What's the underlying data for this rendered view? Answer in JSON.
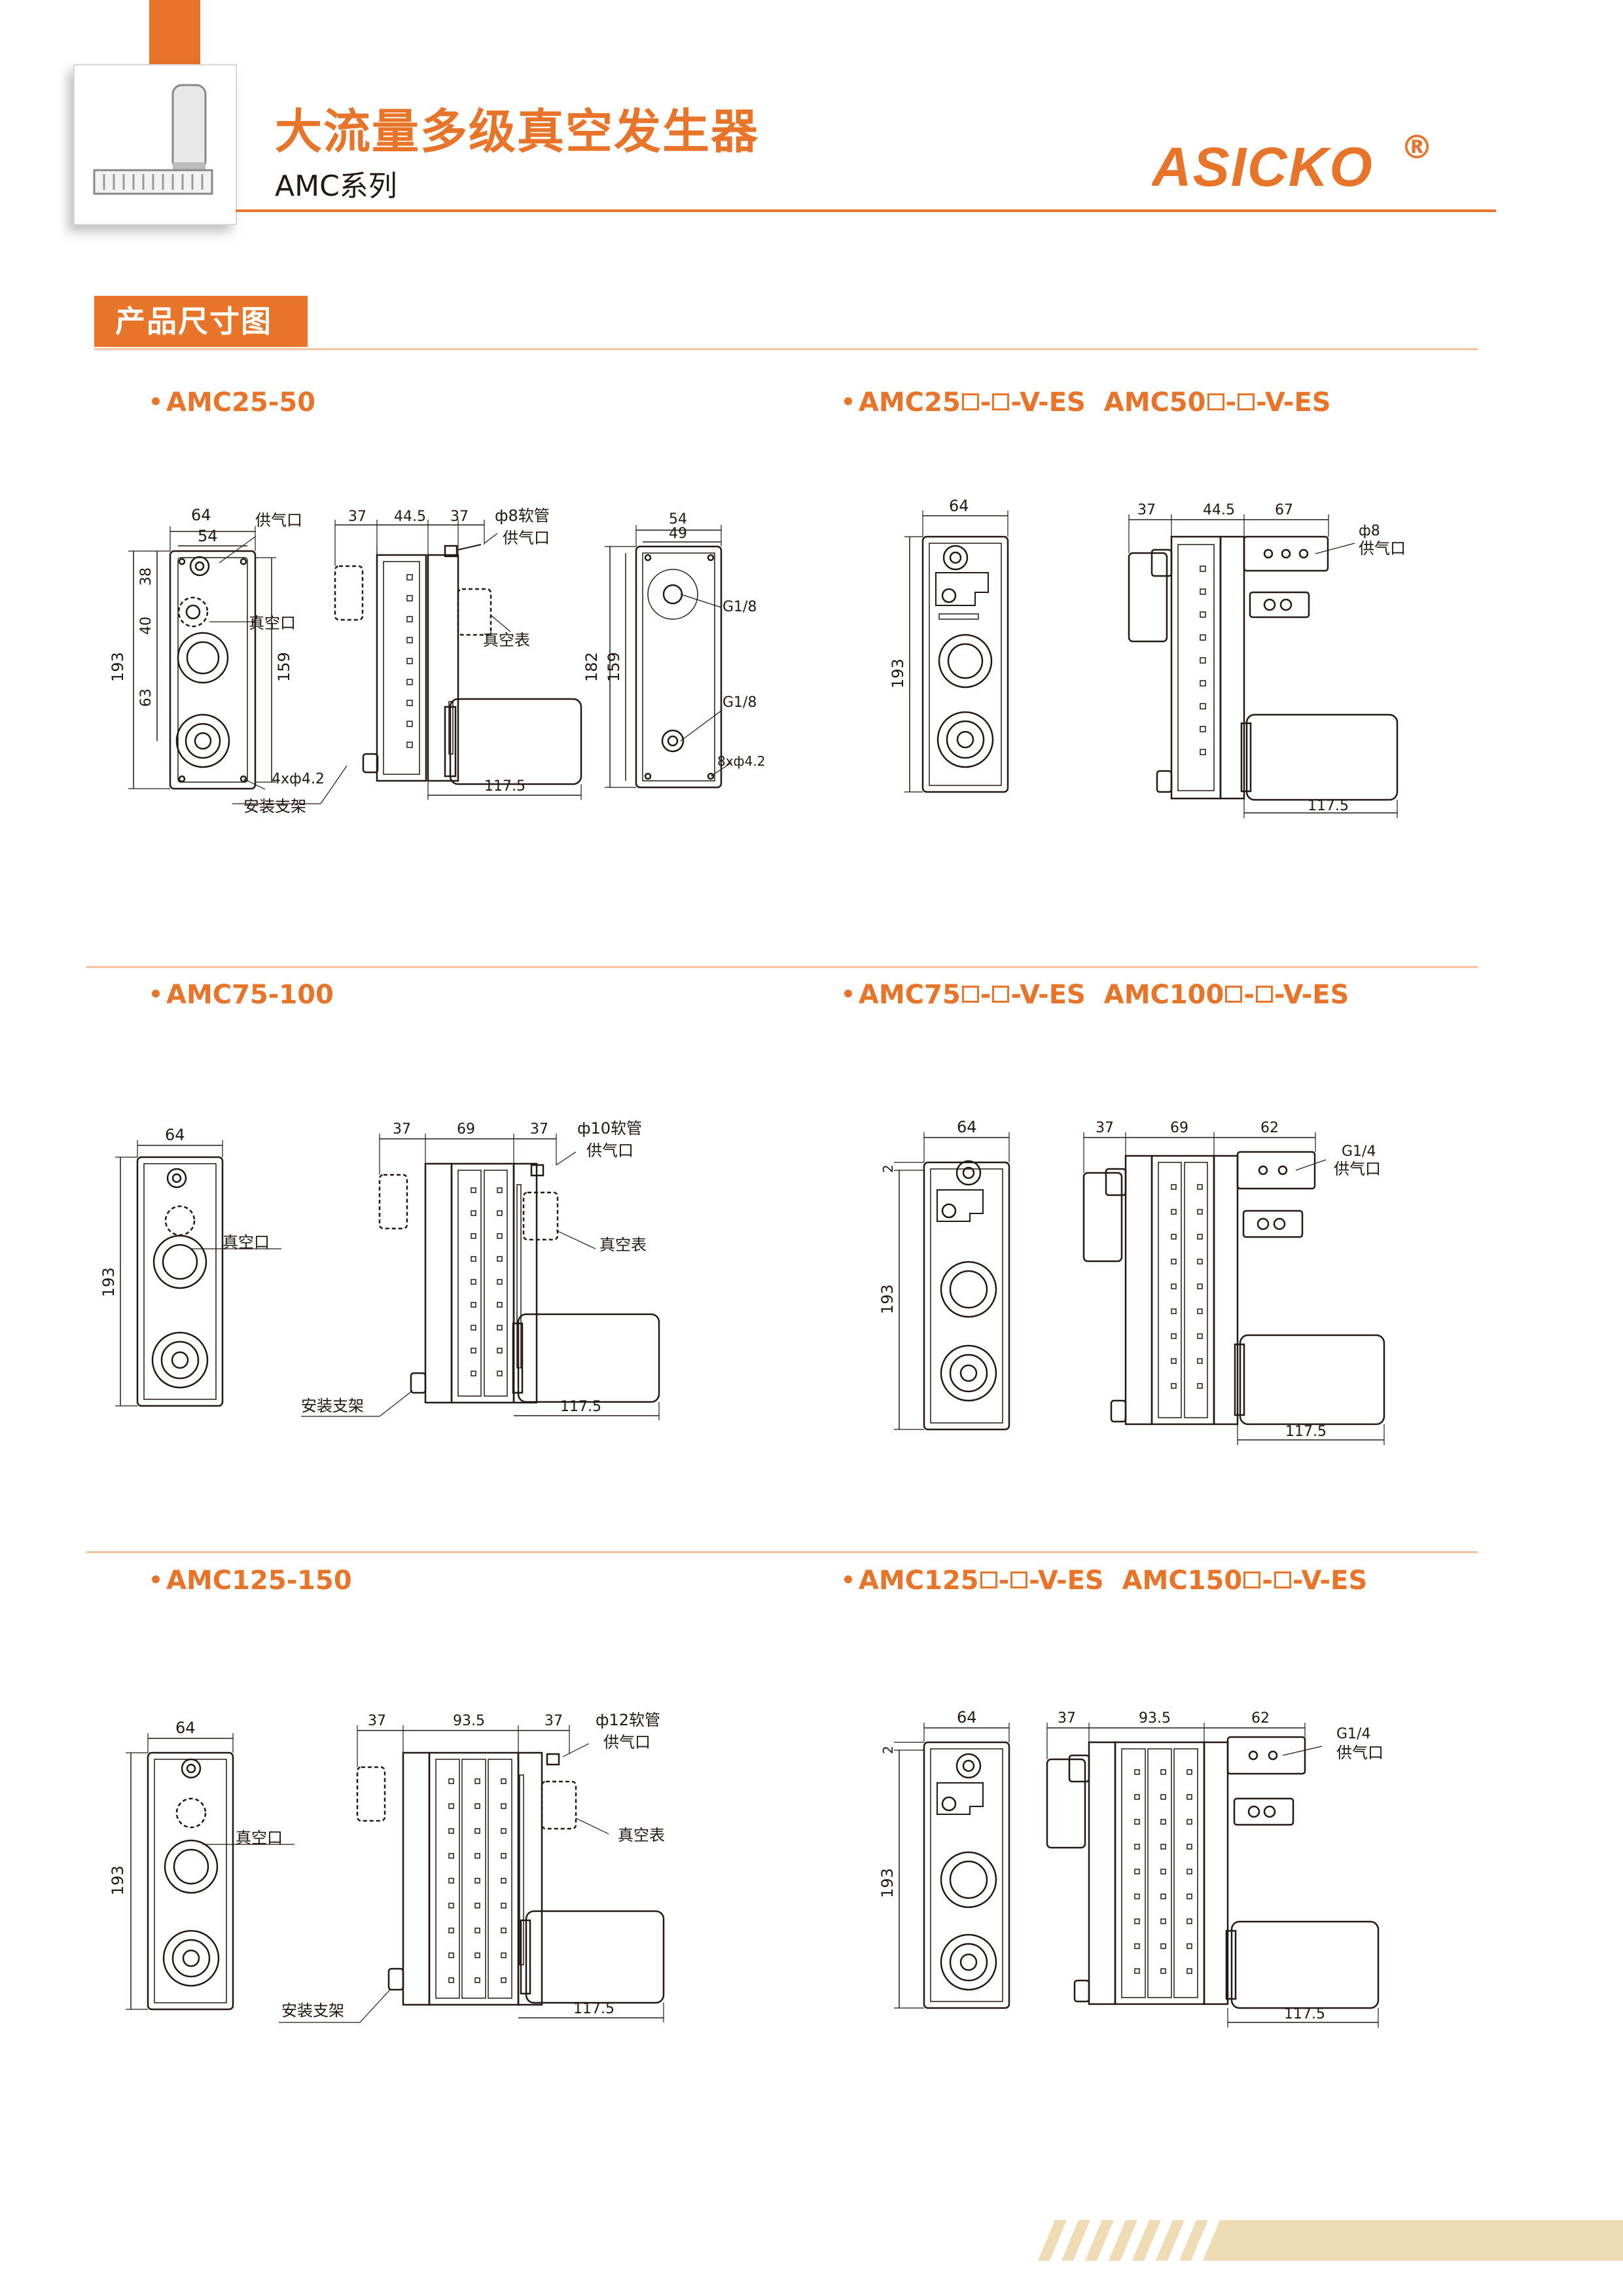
{
  "header": {
    "title": "大流量多级真空发生器",
    "series": "AMC系列",
    "brand": "ASICKO",
    "registered": "®",
    "accent_color": "#e8742a"
  },
  "section": {
    "title": "产品尺寸图"
  },
  "labels": {
    "supply": "供气口",
    "vacuum_port": "真空口",
    "gauge": "真空表",
    "bracket": "安装支架",
    "tube8": "ф8软管",
    "tube10": "ф10软管",
    "tube12": "ф12软管",
    "phi8": "ф8",
    "g18": "G1/8",
    "g14": "G1/4",
    "holes4": "4xф4.2",
    "holes8": "8xф4.2"
  },
  "models": {
    "m1": "AMC25-50",
    "m2a": "AMC25",
    "m2b": "AMC50",
    "m3": "AMC75-100",
    "m4a": "AMC75",
    "m4b": "AMC100",
    "m5": "AMC125-150",
    "m6a": "AMC125",
    "m6b": "AMC150",
    "dash": "-",
    "suffix": "-V-ES"
  },
  "dims": {
    "d64": "64",
    "d54": "54",
    "d49": "49",
    "d38": "38",
    "d40": "40",
    "d63": "63",
    "d193": "193",
    "d159": "159",
    "d182": "182",
    "d37": "37",
    "d44_5": "44.5",
    "d67": "67",
    "d69": "69",
    "d62": "62",
    "d93_5": "93.5",
    "d117_5": "117.5",
    "d2": "2"
  },
  "colors": {
    "line": "#231815",
    "accent": "#e8742a",
    "divider": "#f3c49f",
    "stripe": "#f0dcb4"
  }
}
